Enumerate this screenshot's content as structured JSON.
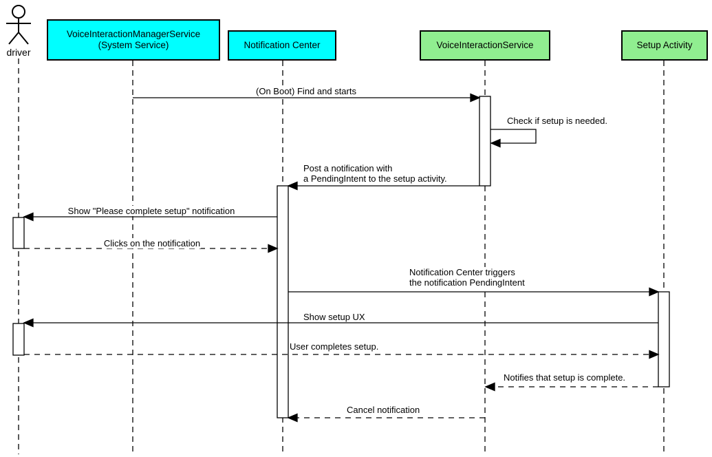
{
  "actor": {
    "label": "driver"
  },
  "participants": [
    {
      "name": "VoiceInteractionManagerService",
      "subtitle": "(System Service)",
      "fill": "#00FFFF"
    },
    {
      "name": "Notification Center",
      "fill": "#00FFFF"
    },
    {
      "name": "VoiceInteractionService",
      "fill": "#90EE90"
    },
    {
      "name": "Setup Activity",
      "fill": "#90EE90"
    }
  ],
  "messages": [
    {
      "text": "(On Boot) Find and starts",
      "from": "VoiceInteractionManagerService (System Service)",
      "to": "VoiceInteractionService",
      "style": "solid"
    },
    {
      "text": "Check if setup is needed.",
      "from": "VoiceInteractionService",
      "to": "VoiceInteractionService",
      "style": "solid-self"
    },
    {
      "text": "Post a notification with\na PendingIntent to the setup activity.",
      "from": "VoiceInteractionService",
      "to": "Notification Center",
      "style": "solid"
    },
    {
      "text": "Show \"Please complete setup\" notification",
      "from": "Notification Center",
      "to": "driver",
      "style": "solid"
    },
    {
      "text": "Clicks on the notification",
      "from": "driver",
      "to": "Notification Center",
      "style": "dashed"
    },
    {
      "text": "Notification Center triggers\nthe notification PendingIntent",
      "from": "Notification Center",
      "to": "Setup Activity",
      "style": "solid"
    },
    {
      "text": "Show setup UX",
      "from": "Setup Activity",
      "to": "driver",
      "style": "solid"
    },
    {
      "text": "User completes setup.",
      "from": "driver",
      "to": "Setup Activity",
      "style": "dashed"
    },
    {
      "text": "Notifies that setup is complete.",
      "from": "Setup Activity",
      "to": "VoiceInteractionService",
      "style": "dashed"
    },
    {
      "text": "Cancel notification",
      "from": "VoiceInteractionService",
      "to": "Notification Center",
      "style": "dashed"
    }
  ],
  "colors": {
    "participant_cyan": "#00FFFF",
    "participant_green": "#90EE90",
    "line": "#000000",
    "background": "#FFFFFF"
  }
}
